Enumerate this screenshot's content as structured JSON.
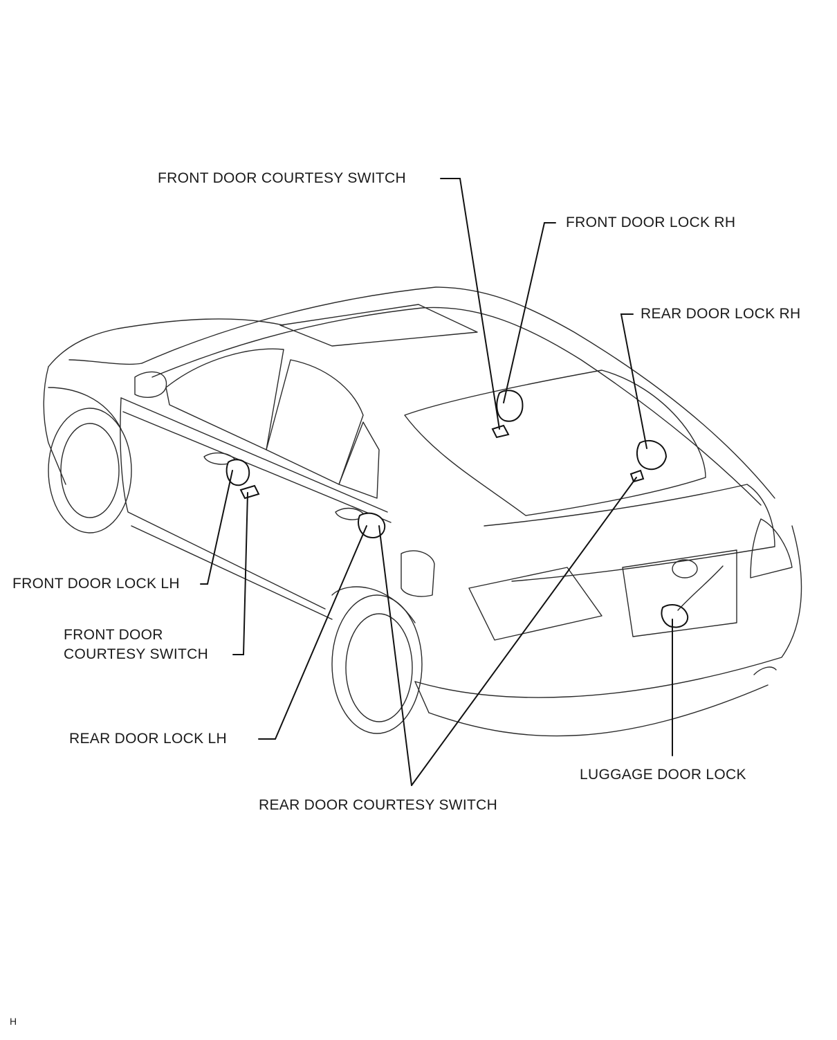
{
  "labels": {
    "front_door_courtesy_switch_top": "FRONT DOOR COURTESY SWITCH",
    "front_door_lock_rh": "FRONT DOOR LOCK  RH",
    "rear_door_lock_rh": "REAR DOOR LOCK  RH",
    "front_door_lock_lh": "FRONT DOOR LOCK  LH",
    "front_door_courtesy_switch_left_line1": "FRONT DOOR",
    "front_door_courtesy_switch_left_line2": "COURTESY SWITCH",
    "rear_door_lock_lh": "REAR DOOR LOCK  LH",
    "luggage_door_lock": "LUGGAGE DOOR LOCK",
    "rear_door_courtesy_switch": "REAR DOOR COURTESY SWITCH"
  },
  "corner_code": "H"
}
